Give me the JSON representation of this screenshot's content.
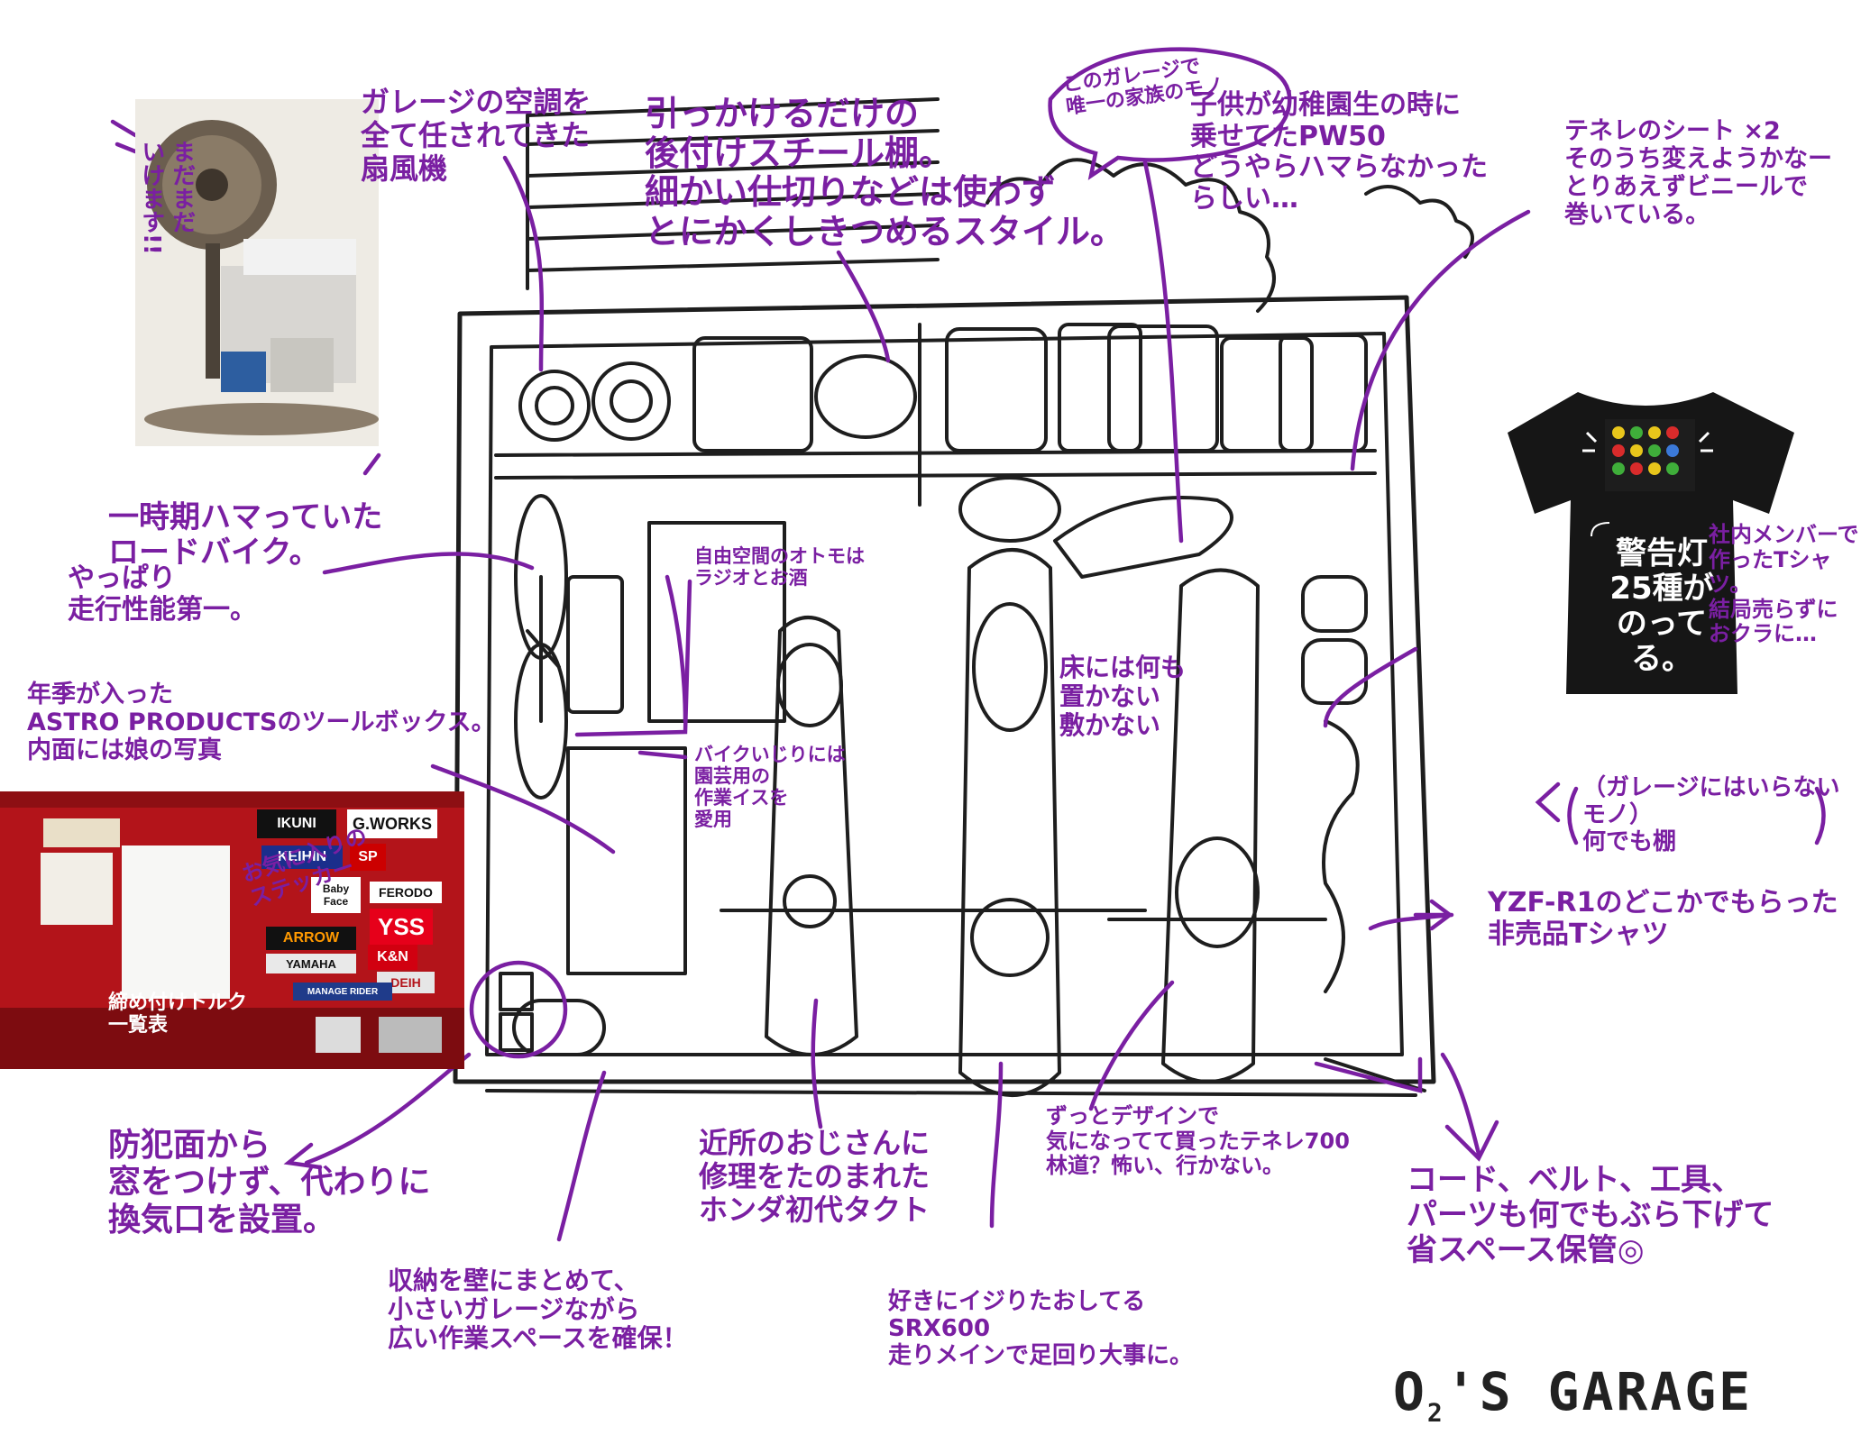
{
  "colors": {
    "annotation": "#7a1fa2",
    "toolbox_red": "#b3141a",
    "shirt": "#161616",
    "sketch": "#1e1e1e"
  },
  "brand": {
    "prefix": "O",
    "subscript": "2",
    "suffix": "'S GARAGE"
  },
  "notes": {
    "fan": "ガレージの空調を\n全て任されてきた\n扇風機",
    "fan_side": "まだまだ\nいけます!!",
    "shelf": "引っかけるだけの\n後付けスチール棚。\n細かい仕切りなどは使わず\nとにかくしきつめるスタイル。",
    "family": "このガレージで\n唯一の家族のモノ",
    "pw50": "子供が幼稚園生の時に\n乗せてたPW50\nどうやらハマらなかった\nらしい…",
    "seat": "テネレのシート ×2\nそのうち変えようかなー\nとりあえずビニールで\n巻いている。",
    "roadbike": "一時期ハマっていた\nロードバイク。",
    "roadbike2": "やっぱり\n走行性能第一。",
    "radio": "自由空間のオトモは\nラジオとお酒",
    "floor": "床には何も\n置かない\n敷かない",
    "toolbox_note": "年季が入った\nASTRO PRODUCTSのツールボックス。\n内面には娘の写真",
    "chair": "バイクいじりには\n園芸用の\n作業イスを\n愛用",
    "sticker_note": "お気に入りの\nステッカー",
    "torque_note": "締め付けトルク\n一覧表",
    "shirt_note": "社内メンバーで\n作ったTシャツ。\n結局売らずに\nおクラに…",
    "wall_shelf": "（ガレージにはいらないモノ）\n何でも棚",
    "r1": "YZF-R1のどこかでもらった\n非売品Tシャツ",
    "vent": "防犯面から\n窓をつけず、代わりに\n換気口を設置。",
    "tact": "近所のおじさんに\n修理をたのまれた\nホンダ初代タクト",
    "tenere": "ずっとデザインで\n気になってて買ったテネレ700\n林道？怖い、行かない。",
    "hang": "コード、ベルト、工具、\nパーツも何でもぶら下げて\n省スペース保管◎",
    "storage": "収納を壁にまとめて、\n小さいガレージながら\n広い作業スペースを確保！",
    "srx": "好きにイジりたおしてる\nSRX600\n走りメインで足回り大事に。"
  },
  "shirt": {
    "print": "警告灯\n25種が\nのってる。"
  },
  "stickers": [
    "IKUNI",
    "G.WORKS",
    "KEIHIN",
    "SP",
    "Baby Face",
    "FERODO",
    "YSS",
    "ARROW",
    "K&N",
    "YAMAHA",
    "DEIH",
    "MANAGE RIDER"
  ],
  "icons": [
    "fan-photo",
    "toolbox-photo",
    "shirt-photo",
    "garage-sketch",
    "motorcycle-icon"
  ]
}
